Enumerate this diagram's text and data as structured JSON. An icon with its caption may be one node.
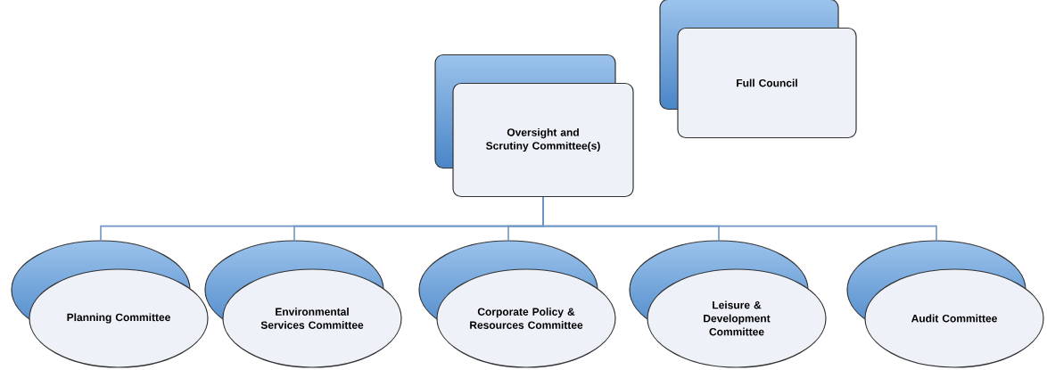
{
  "diagram": {
    "nodes": [
      {
        "text": [
          "Full Council"
        ]
      },
      {
        "text": [
          "Oversight and Scrutiny Committee(s)"
        ]
      },
      {
        "text": [
          "Planning Committee"
        ]
      },
      {
        "text": [
          "Environmental Services Committee"
        ]
      },
      {
        "text": [
          "Corporate Policy & Resources Committee"
        ]
      },
      {
        "text": [
          "Leisure & Development Committee"
        ]
      },
      {
        "text": [
          "Audit Committee"
        ]
      }
    ],
    "edges": [
      {
        "from": 1,
        "to": 2,
        "arrow": "none"
      },
      {
        "from": 1,
        "to": 3,
        "arrow": "none"
      },
      {
        "from": 1,
        "to": 4,
        "arrow": "none"
      },
      {
        "from": 1,
        "to": 5,
        "arrow": "none"
      },
      {
        "from": 1,
        "to": 6,
        "arrow": "none"
      }
    ]
  }
}
